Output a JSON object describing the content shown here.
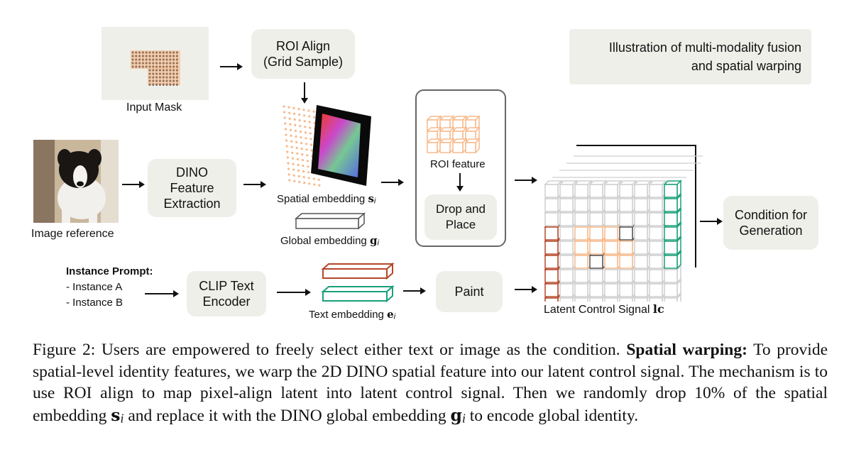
{
  "figure": {
    "input_mask": {
      "label": "Input Mask"
    },
    "roi_align": {
      "line1": "ROI Align",
      "line2": "(Grid Sample)"
    },
    "illustration_note": {
      "line1": "Illustration of multi-modality fusion",
      "line2": "and spatial warping"
    },
    "image_reference": {
      "label": "Image reference"
    },
    "dino": {
      "line1": "DINO",
      "line2": "Feature",
      "line3": "Extraction"
    },
    "spatial_embedding": {
      "label": "Spatial embedding",
      "symbol": "s",
      "subscript": "i"
    },
    "global_embedding": {
      "label": "Global embedding",
      "symbol": "g",
      "subscript": "i"
    },
    "roi_feature": {
      "label": "ROI feature"
    },
    "drop_place": {
      "line1": "Drop and",
      "line2": "Place"
    },
    "condition": {
      "line1": "Condition for",
      "line2": "Generation"
    },
    "instance_prompt": {
      "title": "Instance Prompt:",
      "item_a": "- Instance A",
      "item_b": "- Instance B"
    },
    "clip": {
      "line1": "CLIP Text",
      "line2": "Encoder"
    },
    "text_embedding": {
      "label": "Text embedding",
      "symbol": "e",
      "subscript": "i"
    },
    "paint": {
      "label": "Paint"
    },
    "latent": {
      "label": "Latent Control Signal",
      "symbol": "lc"
    },
    "colors": {
      "box_fill": "#efefea",
      "peach": "#f7b98a",
      "rust": "#b5482a",
      "teal": "#1aa07a",
      "grid": "#cfcfcf"
    }
  },
  "caption": {
    "prefix": "Figure 2: Users are empowered to freely select either text or image as the condition.",
    "bold": "Spatial warping:",
    "body1": "To provide spatial-level identity features, we warp the 2D DINO spatial feature into our latent control signal. The mechanism is to use ROI align to map pixel-align latent into latent control signal. Then we randomly drop",
    "percent": "10%",
    "body2": "of the spatial embedding",
    "s_sym": "s",
    "s_sub": "i",
    "body3": "and replace it with the DINO global embedding",
    "g_sym": "g",
    "g_sub": "i",
    "body4": "to encode global identity."
  }
}
